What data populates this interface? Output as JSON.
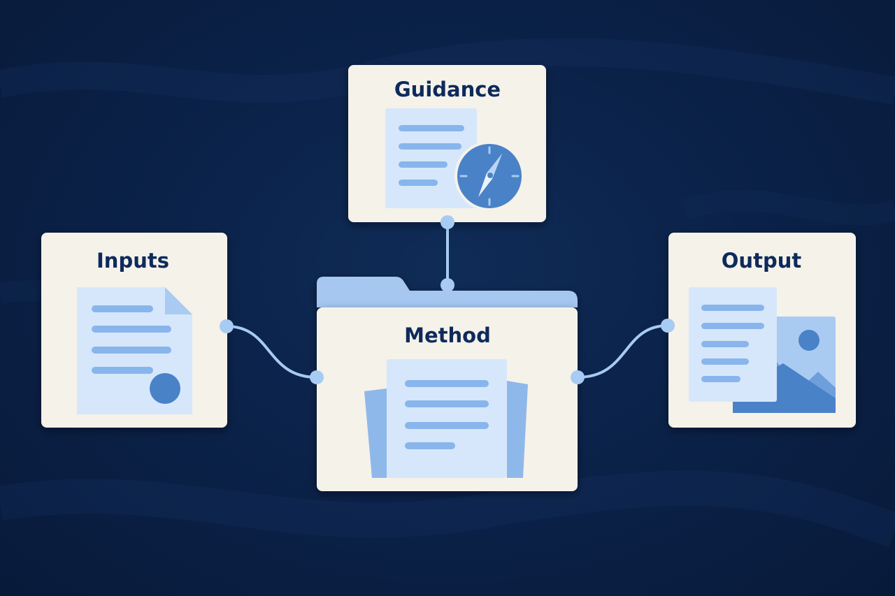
{
  "diagram": {
    "nodes": {
      "guidance": {
        "label": "Guidance"
      },
      "inputs": {
        "label": "Inputs"
      },
      "method": {
        "label": "Method"
      },
      "output": {
        "label": "Output"
      }
    },
    "edges": [
      {
        "from": "inputs",
        "to": "method"
      },
      {
        "from": "guidance",
        "to": "method"
      },
      {
        "from": "method",
        "to": "output"
      }
    ]
  },
  "colors": {
    "background": "#0b2249",
    "card": "#f5f2ea",
    "title_text": "#0e2a5c",
    "connector": "#a7cbf3",
    "paper": "#d6e7fb",
    "paper_line": "#88b5ec",
    "icon_accent": "#4a82c8",
    "folder_back": "#a5c7f0"
  },
  "icons": {
    "guidance": "compass-document-icon",
    "inputs": "document-with-seal-icon",
    "method": "folder-with-document-icon",
    "output": "document-with-image-icon"
  }
}
